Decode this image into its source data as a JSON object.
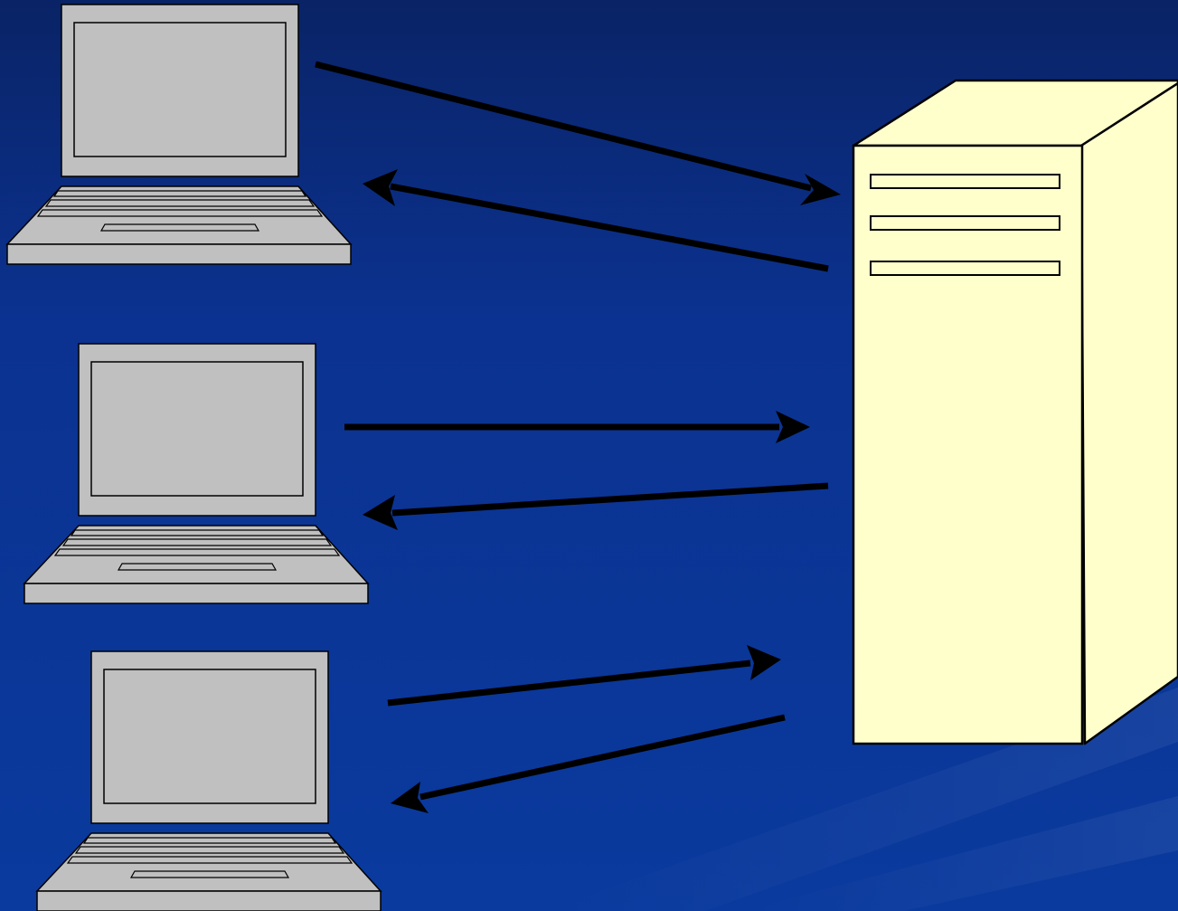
{
  "colors": {
    "background_top": "#0b2a6e",
    "background_bottom": "#0b3a9c",
    "laptop_fill": "#c0c0c0",
    "server_fill": "#ffffcc",
    "stroke": "#000000",
    "arrow": "#000000"
  },
  "diagram": {
    "nodes": [
      {
        "id": "laptop-1",
        "icon": "laptop-icon"
      },
      {
        "id": "laptop-2",
        "icon": "laptop-icon"
      },
      {
        "id": "laptop-3",
        "icon": "laptop-icon"
      },
      {
        "id": "server",
        "icon": "server-tower-icon",
        "drive_slots": 3
      }
    ],
    "edges": [
      {
        "from": "laptop-1",
        "to": "server"
      },
      {
        "from": "server",
        "to": "laptop-1"
      },
      {
        "from": "laptop-2",
        "to": "server"
      },
      {
        "from": "server",
        "to": "laptop-2"
      },
      {
        "from": "laptop-3",
        "to": "server"
      },
      {
        "from": "server",
        "to": "laptop-3"
      }
    ]
  }
}
